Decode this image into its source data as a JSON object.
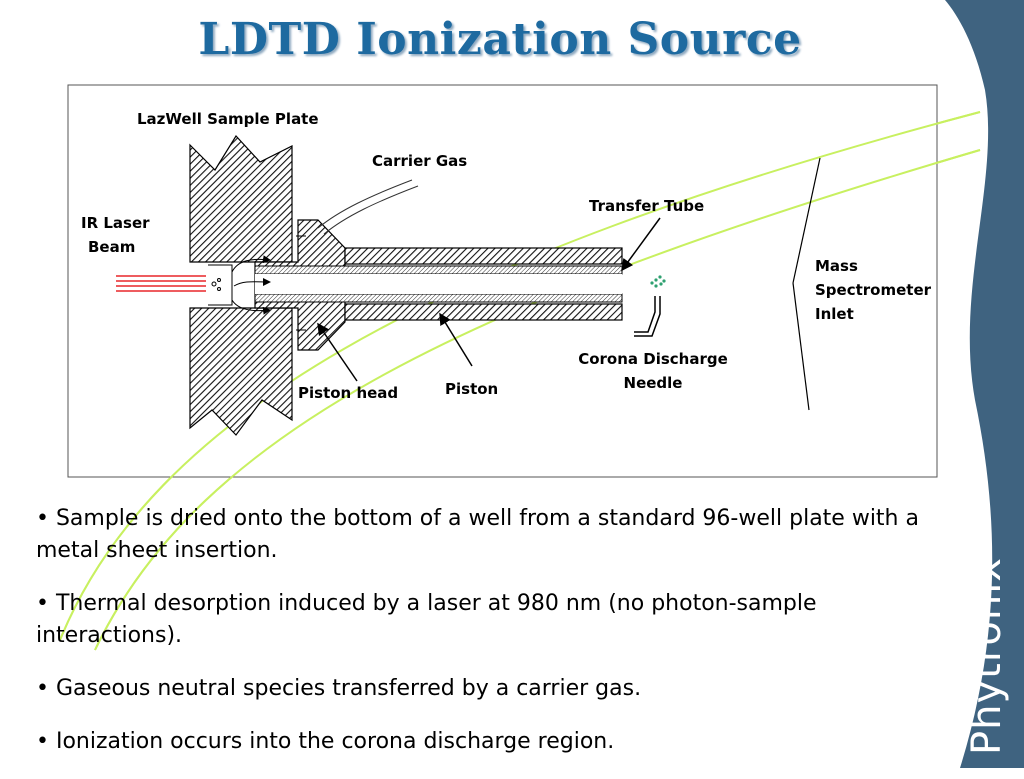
{
  "slide": {
    "title": "LDTD Ionization Source",
    "brand": "Phytronix",
    "colors": {
      "title": "#1e6aa0",
      "side_band": "#3f6380",
      "accent_curve": "#c8f060"
    }
  },
  "diagram": {
    "labels": {
      "sample_plate": "LazWell Sample Plate",
      "carrier_gas": "Carrier Gas",
      "transfer_tube": "Transfer Tube",
      "ir_laser_line1": "IR Laser",
      "ir_laser_line2": "Beam",
      "mass_spec_line1": "Mass",
      "mass_spec_line2": "Spectrometer",
      "mass_spec_line3": "Inlet",
      "corona_line1": "Corona Discharge",
      "corona_line2": "Needle",
      "piston_head": "Piston head",
      "piston": "Piston"
    }
  },
  "bullets": [
    "• Sample is dried onto the bottom of a well from a standard 96-well plate with a metal sheet insertion.",
    "• Thermal desorption induced by a laser at 980 nm (no photon-sample interactions).",
    "• Gaseous neutral species transferred by a carrier gas.",
    "• Ionization occurs into the corona discharge region."
  ]
}
